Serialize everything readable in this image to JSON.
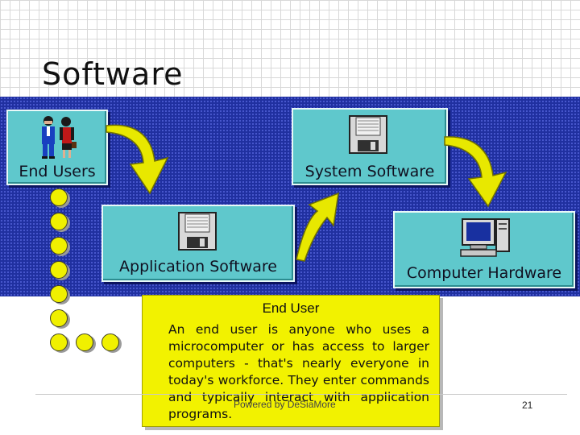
{
  "slide": {
    "title": "Software",
    "footer": "Powered by DeSiaMore",
    "page_number": "21"
  },
  "diagram": {
    "nodes": [
      {
        "id": "end-users",
        "label": "End Users",
        "icon": "people-icon"
      },
      {
        "id": "system-software",
        "label": "System Software",
        "icon": "floppy-disk-icon"
      },
      {
        "id": "application-software",
        "label": "Application Software",
        "icon": "floppy-disk-icon"
      },
      {
        "id": "computer-hardware",
        "label": "Computer Hardware",
        "icon": "computer-icon"
      }
    ],
    "arrows": [
      {
        "from": "end-users",
        "to": "application-software"
      },
      {
        "from": "application-software",
        "to": "system-software"
      },
      {
        "from": "system-software",
        "to": "computer-hardware"
      }
    ]
  },
  "note": {
    "title": "End User",
    "text": "An end user is anyone who uses a microcomputer or has access to larger computers - that's nearly everyone in today's workforce. They enter commands and typically interact with application programs."
  },
  "colors": {
    "band": "#2030a0",
    "box": "#5fc8cc",
    "arrow": "#e8e800",
    "note": "#f2f200"
  }
}
